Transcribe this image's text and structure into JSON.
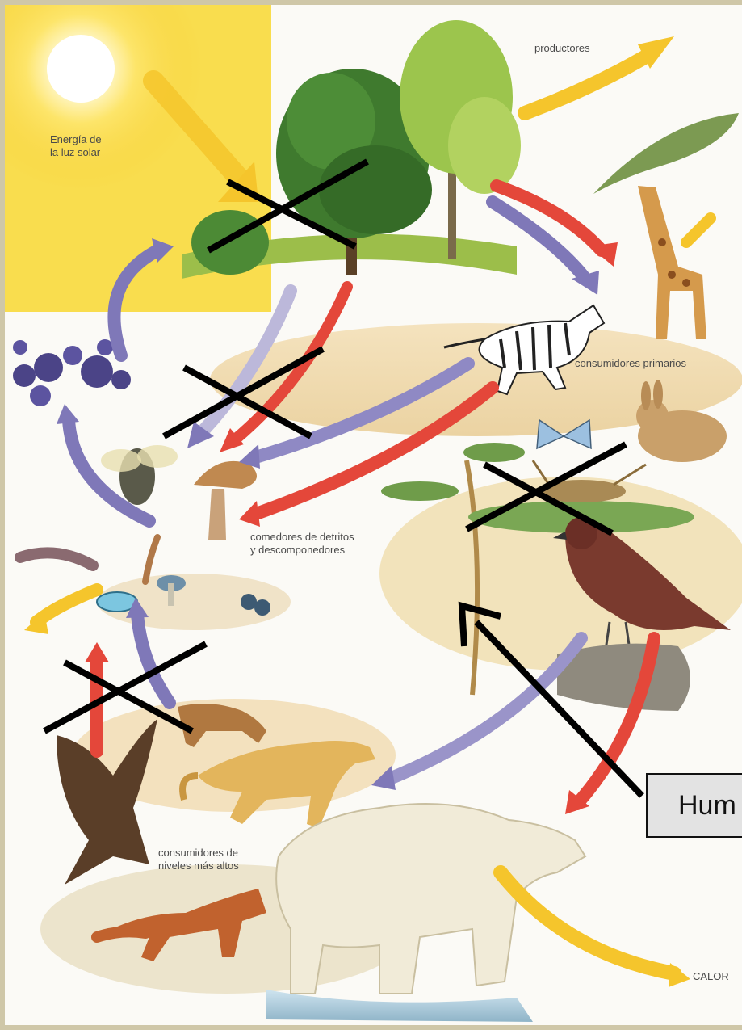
{
  "labels": {
    "energy": "Energía de\nla luz solar",
    "producers": "productores",
    "primary_consumers": "consumidores primarios",
    "detritivores": "comedores de detritos\ny descomponedores",
    "higher_consumers": "consumidores de\nniveles más altos",
    "heat": "CALOR"
  },
  "callout": {
    "text": "Hum"
  },
  "colors": {
    "energy_arrow": "#f5c52c",
    "red_arrow": "#e4473a",
    "blue_arrow": "#7f78b8",
    "cross_mark": "#000000",
    "callout_bg": "#e3e3e3"
  }
}
